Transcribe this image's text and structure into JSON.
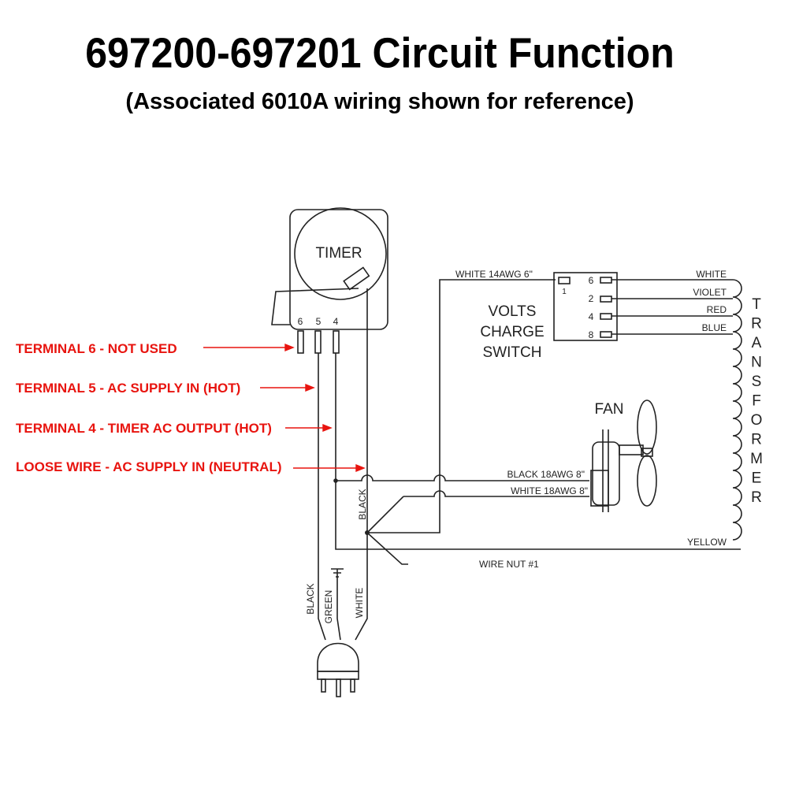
{
  "title": "697200-697201 Circuit Function",
  "subtitle": "(Associated 6010A wiring shown for reference)",
  "annotation_color": "#e8140f",
  "annotations": [
    "TERMINAL 6 - NOT USED",
    "TERMINAL 5 - AC SUPPLY IN (HOT)",
    "TERMINAL 4 - TIMER AC OUTPUT (HOT)",
    "LOOSE WIRE - AC SUPPLY IN (NEUTRAL)"
  ],
  "timer": {
    "label": "TIMER",
    "terminals": [
      "6",
      "5",
      "4"
    ]
  },
  "switch": {
    "label_lines": [
      "VOLTS",
      "CHARGE",
      "SWITCH"
    ],
    "terminals": [
      "1",
      "6",
      "2",
      "4",
      "8"
    ],
    "input_wire": "WHITE 14AWG 6\""
  },
  "transformer": {
    "letters": [
      "T",
      "R",
      "A",
      "N",
      "S",
      "F",
      "O",
      "R",
      "M",
      "E",
      "R"
    ],
    "wires": [
      "WHITE",
      "VIOLET",
      "RED",
      "BLUE",
      "YELLOW"
    ]
  },
  "fan": {
    "label": "FAN",
    "wires": [
      "BLACK 18AWG 8\"",
      "WHITE 18AWG 8\""
    ]
  },
  "wire_nut": "WIRE NUT #1",
  "cord_wires": {
    "black_vertical": "BLACK",
    "black": "BLACK",
    "green": "GREEN",
    "white": "WHITE"
  }
}
